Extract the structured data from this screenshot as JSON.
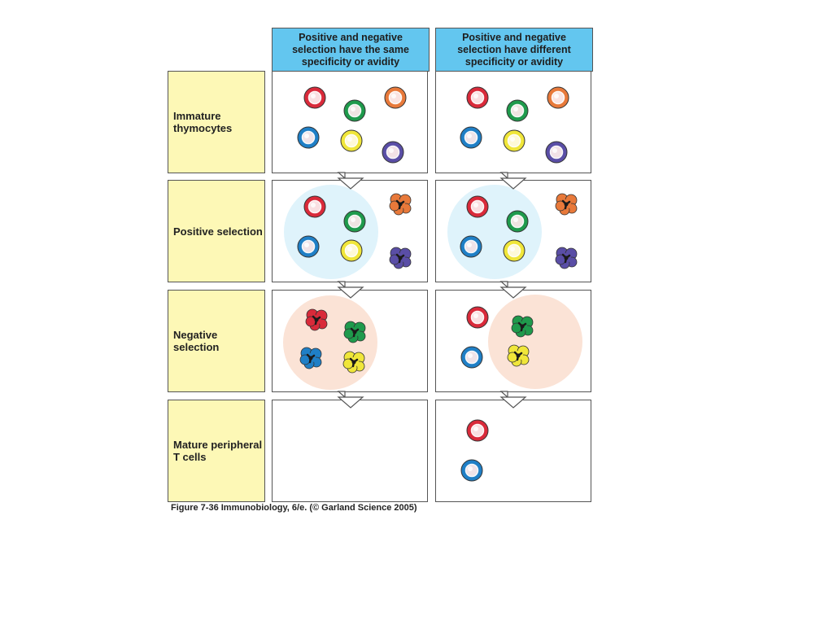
{
  "columns": [
    {
      "header": "Positive and negative selection have the same specificity or avidity"
    },
    {
      "header": "Positive and negative selection have different specificity or avidity"
    }
  ],
  "rows": [
    {
      "label": "Immature thymocytes"
    },
    {
      "label": "Positive selection"
    },
    {
      "label": "Negative selection"
    },
    {
      "label": "Mature peripheral T cells"
    }
  ],
  "caption": "Figure 7-36  Immunobiology, 6/e. (© Garland Science 2005)",
  "colors": {
    "header_bg": "#63c6ef",
    "label_bg": "#fdf8b6",
    "positive_zone": "#dff3fb",
    "negative_zone": "#fbe3d6",
    "red": "#d92a3a",
    "green": "#1f9a4c",
    "orange": "#e8793a",
    "blue": "#1f7fc6",
    "yellow": "#f0e63a",
    "purple": "#5a4ea6"
  },
  "icons": {
    "live_cell": "round-thymocyte-icon",
    "dying_cell": "apoptotic-cell-icon"
  }
}
